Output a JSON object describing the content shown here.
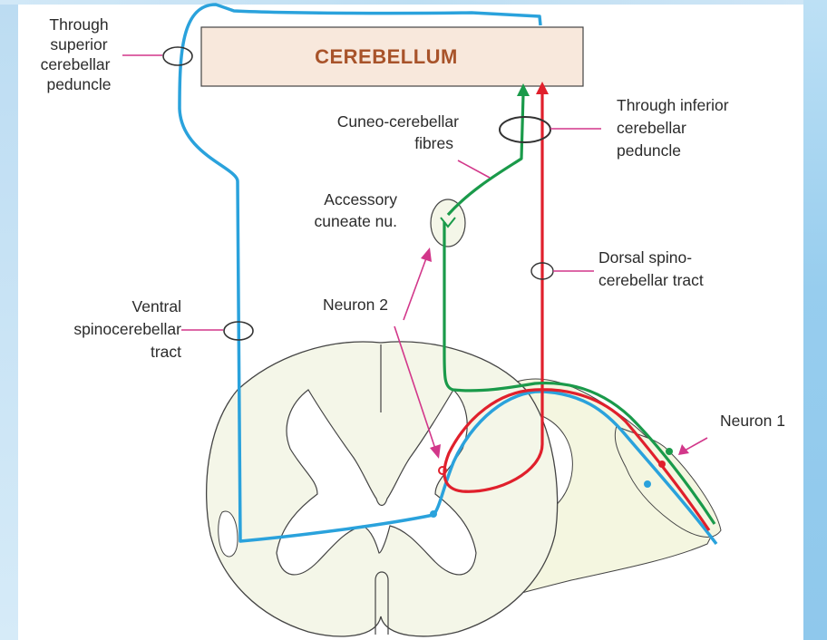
{
  "diagram": {
    "title": "CEREBELLUM",
    "labels": {
      "superior_peduncle": [
        "Through",
        "superior",
        "cerebellar",
        "peduncle"
      ],
      "inferior_peduncle": [
        "Through inferior",
        "cerebellar",
        "peduncle"
      ],
      "cuneo_cerebellar": [
        "Cuneo-cerebellar",
        "fibres"
      ],
      "accessory_cuneate": [
        "Accessory",
        "cuneate nu."
      ],
      "dorsal_tract": [
        "Dorsal spino-",
        "cerebellar tract"
      ],
      "ventral_tract": [
        "Ventral",
        "spinocerebellar",
        "tract"
      ],
      "neuron_2": "Neuron 2",
      "neuron_1": "Neuron 1"
    },
    "colors": {
      "ventral_tract": "#2aa2dc",
      "dorsal_tract": "#e0202c",
      "cuneo_tract": "#1a9a4a",
      "pointer": "#d2378a",
      "cerebellum_fill": "#f8e8dc",
      "cord_fill": "#f4f6e8",
      "grey_matter": "#ffffff"
    }
  }
}
